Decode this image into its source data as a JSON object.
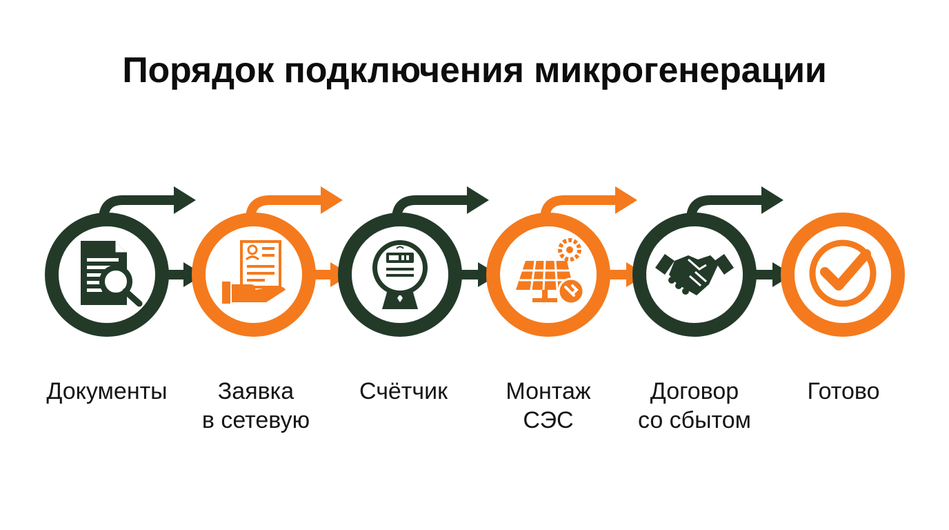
{
  "title": "Порядок подключения микрогенерации",
  "colors": {
    "dark": "#233a29",
    "orange": "#f47a1d",
    "text": "#151515",
    "background": "#ffffff"
  },
  "steps": [
    {
      "lines": [
        "Документы"
      ],
      "color": "dark",
      "icon": "document-search-icon"
    },
    {
      "lines": [
        "Заявка",
        "в сетевую"
      ],
      "color": "orange",
      "icon": "application-hand-icon"
    },
    {
      "lines": [
        "Счётчик"
      ],
      "color": "dark",
      "icon": "electric-meter-icon"
    },
    {
      "lines": [
        "Монтаж",
        "СЭС"
      ],
      "color": "orange",
      "icon": "solar-panel-install-icon"
    },
    {
      "lines": [
        "Договор",
        "со сбытом"
      ],
      "color": "dark",
      "icon": "handshake-icon"
    },
    {
      "lines": [
        "Готово"
      ],
      "color": "orange",
      "icon": "checkmark-icon"
    }
  ]
}
